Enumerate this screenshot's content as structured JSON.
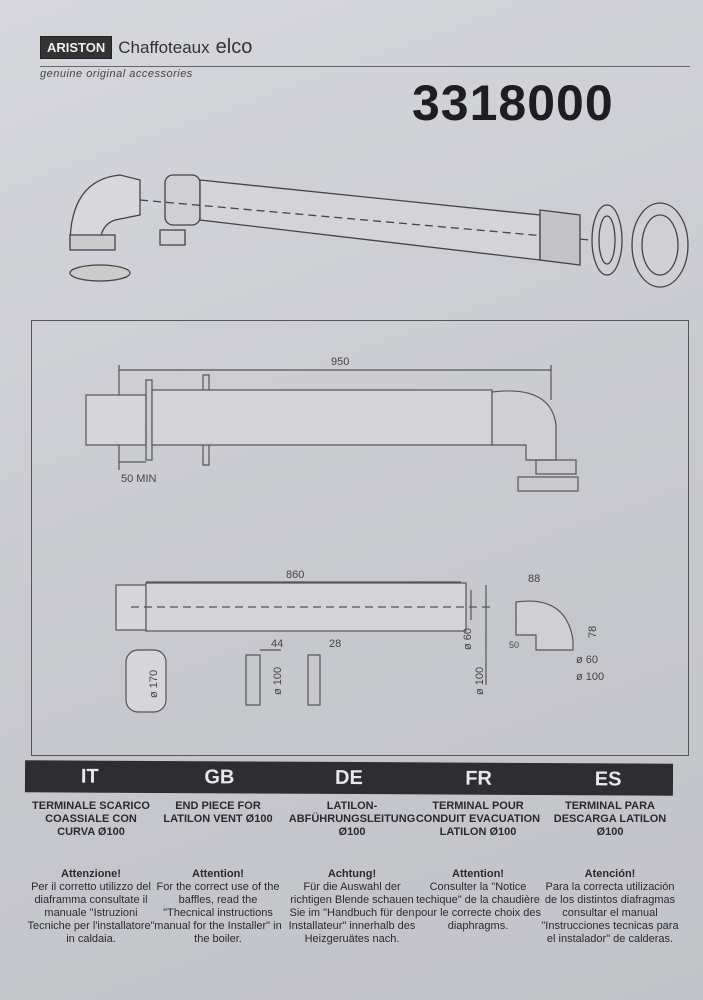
{
  "header": {
    "brands": [
      "ARISTON",
      "Chaffoteaux",
      "elco"
    ],
    "tagline": "genuine original accessories",
    "product_code": "3318000"
  },
  "drawings": {
    "side_view": {
      "length": "950",
      "min": "50 MIN"
    },
    "parts": {
      "pipe_length": "860",
      "elbow_width": "88",
      "elbow_height": "78",
      "elbow_small": "50",
      "d60a": "ø 60",
      "d100a": "ø 100",
      "d60b": "ø 60",
      "d100b": "ø 100",
      "d170": "ø 170",
      "clamp_w": "44",
      "clamp_d": "ø 100",
      "bracket_w": "28"
    }
  },
  "languages": [
    {
      "code": "IT",
      "title": "TERMINALE SCARICO COASSIALE CON CURVA Ø100",
      "heading": "Attenzione!",
      "body": "Per il corretto utilizzo del diaframma consultate il manuale \"Istruzioni Tecniche per l'installatore\" in caldaia."
    },
    {
      "code": "GB",
      "title": "END PIECE FOR LATILON VENT Ø100",
      "heading": "Attention!",
      "body": "For the correct use of the baffles, read the \"Thecnical instructions manual for the Installer\" in the boiler."
    },
    {
      "code": "DE",
      "title": "LATILON-ABFÜHRUNGSLEITUNG Ø100",
      "heading": "Achtung!",
      "body": "Für die Auswahl der richtigen Blende schauen Sie im \"Handbuch für den Installateur\" innerhalb des Heizgeruätes nach."
    },
    {
      "code": "FR",
      "title": "TERMINAL POUR CONDUIT EVACUATION LATILON Ø100",
      "heading": "Attention!",
      "body": "Consulter la \"Notice techique\" de la chaudière pour le correcte choix des diaphragms."
    },
    {
      "code": "ES",
      "title": "TERMINAL PARA DESCARGA LATILON Ø100",
      "heading": "Atención!",
      "body": "Para la correcta utilización de los distintos diafragmas consultar el manual \"Instrucciones tecnicas para el instalador\" de calderas."
    }
  ]
}
